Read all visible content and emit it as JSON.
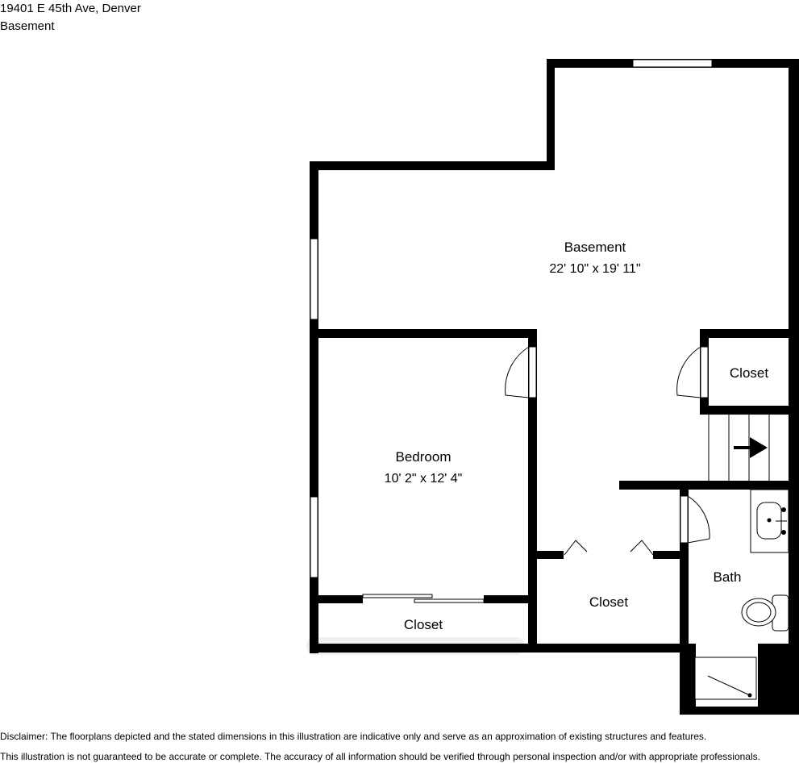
{
  "header": {
    "address": "19401 E 45th Ave, Denver",
    "level": "Basement"
  },
  "rooms": {
    "basement": {
      "name": "Basement",
      "dims": "22' 10\" x 19' 11\""
    },
    "bedroom": {
      "name": "Bedroom",
      "dims": "10' 2\" x 12' 4\""
    },
    "closet_top_right": {
      "name": "Closet"
    },
    "closet_center": {
      "name": "Closet"
    },
    "closet_bedroom": {
      "name": "Closet"
    },
    "bath": {
      "name": "Bath"
    }
  },
  "disclaimer": {
    "line1": "Disclaimer: The floorplans depicted and the stated dimensions in this illustration are indicative only and serve as an approximation of existing structures and features.",
    "line2": "This illustration is not guaranteed to be accurate or complete. The accuracy of all information should be verified through personal inspection and/or with appropriate professionals."
  }
}
